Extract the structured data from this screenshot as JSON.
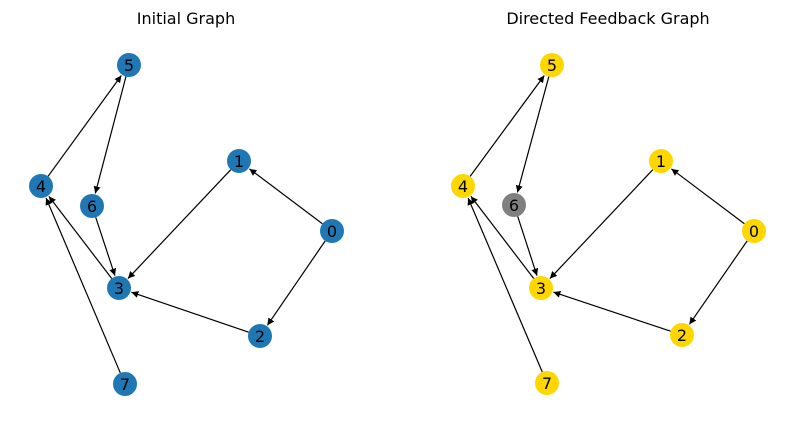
{
  "panels": [
    {
      "title": "Initial Graph",
      "default_color": "#1f77b4",
      "nodes": [
        {
          "id": "0",
          "color": "#1f77b4"
        },
        {
          "id": "1",
          "color": "#1f77b4"
        },
        {
          "id": "2",
          "color": "#1f77b4"
        },
        {
          "id": "3",
          "color": "#1f77b4"
        },
        {
          "id": "4",
          "color": "#1f77b4"
        },
        {
          "id": "5",
          "color": "#1f77b4"
        },
        {
          "id": "6",
          "color": "#1f77b4"
        },
        {
          "id": "7",
          "color": "#1f77b4"
        }
      ]
    },
    {
      "title": "Directed Feedback Graph",
      "default_color": "#ffd700",
      "nodes": [
        {
          "id": "0",
          "color": "#ffd700"
        },
        {
          "id": "1",
          "color": "#ffd700"
        },
        {
          "id": "2",
          "color": "#ffd700"
        },
        {
          "id": "3",
          "color": "#ffd700"
        },
        {
          "id": "4",
          "color": "#ffd700"
        },
        {
          "id": "5",
          "color": "#ffd700"
        },
        {
          "id": "6",
          "color": "#808080"
        },
        {
          "id": "7",
          "color": "#ffd700"
        }
      ]
    }
  ],
  "edges": [
    {
      "from": "0",
      "to": "1"
    },
    {
      "from": "0",
      "to": "2"
    },
    {
      "from": "1",
      "to": "3"
    },
    {
      "from": "2",
      "to": "3"
    },
    {
      "from": "3",
      "to": "4"
    },
    {
      "from": "4",
      "to": "5"
    },
    {
      "from": "5",
      "to": "6"
    },
    {
      "from": "6",
      "to": "3"
    },
    {
      "from": "7",
      "to": "4"
    }
  ]
}
